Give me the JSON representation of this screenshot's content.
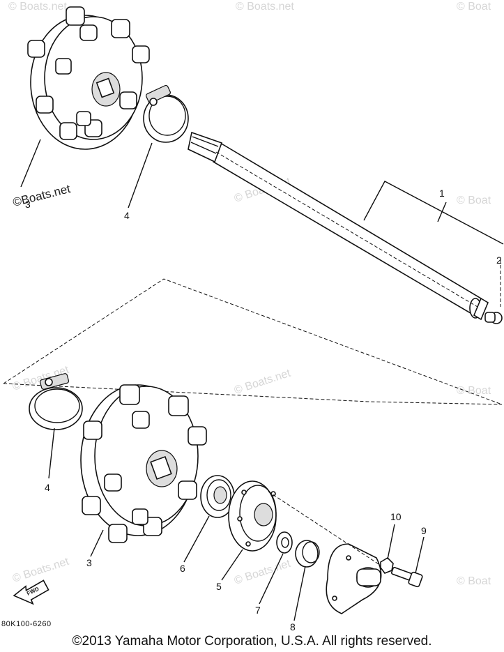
{
  "watermarks": {
    "main": "©Boats.net",
    "faint": "© Boats.net",
    "faint_short": "© Boat"
  },
  "labels": {
    "p1": "1",
    "p2": "2",
    "p3_top": "3",
    "p4_top": "4",
    "p4_bottom": "4",
    "p3_bottom": "3",
    "p6": "6",
    "p5": "5",
    "p7": "7",
    "p8": "8",
    "p10": "10",
    "p9": "9"
  },
  "fwd_text": "FWD",
  "diagram_code": "80K100-6260",
  "copyright": "©2013 Yamaha Motor Corporation, U.S.A. All rights reserved."
}
